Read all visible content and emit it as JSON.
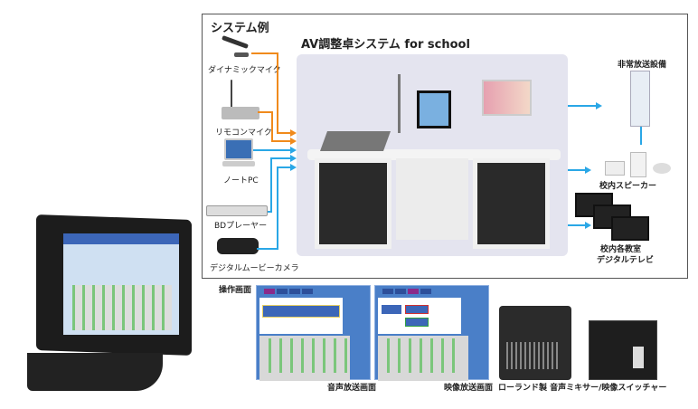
{
  "section_title": "システム例",
  "system_title": "AV調整卓システム for school",
  "inputs": [
    {
      "label": "ダイナミックマイク",
      "icon": "dynamic-mic-icon"
    },
    {
      "label": "リモコンマイク",
      "icon": "remote-mic-icon"
    },
    {
      "label": "ノートPC",
      "icon": "laptop-icon"
    },
    {
      "label": "BDプレーヤー",
      "icon": "bd-player-icon"
    },
    {
      "label": "デジタルムービーカメラ",
      "icon": "video-camera-icon"
    }
  ],
  "outputs": [
    {
      "label": "非常放送設備"
    },
    {
      "label": "校内スピーカー"
    },
    {
      "label": "校内各教室",
      "label2": "デジタルテレビ"
    }
  ],
  "operation_title": "操作画面",
  "screens": [
    {
      "label": "音声放送画面"
    },
    {
      "label": "映像放送画面"
    }
  ],
  "hardware_caption": "ローランド製 音声ミキサー/映像スイッチャー",
  "colors": {
    "audio_line": "#f08a1c",
    "video_line": "#2aa7e6",
    "screen_blue": "#4a7fc8"
  }
}
